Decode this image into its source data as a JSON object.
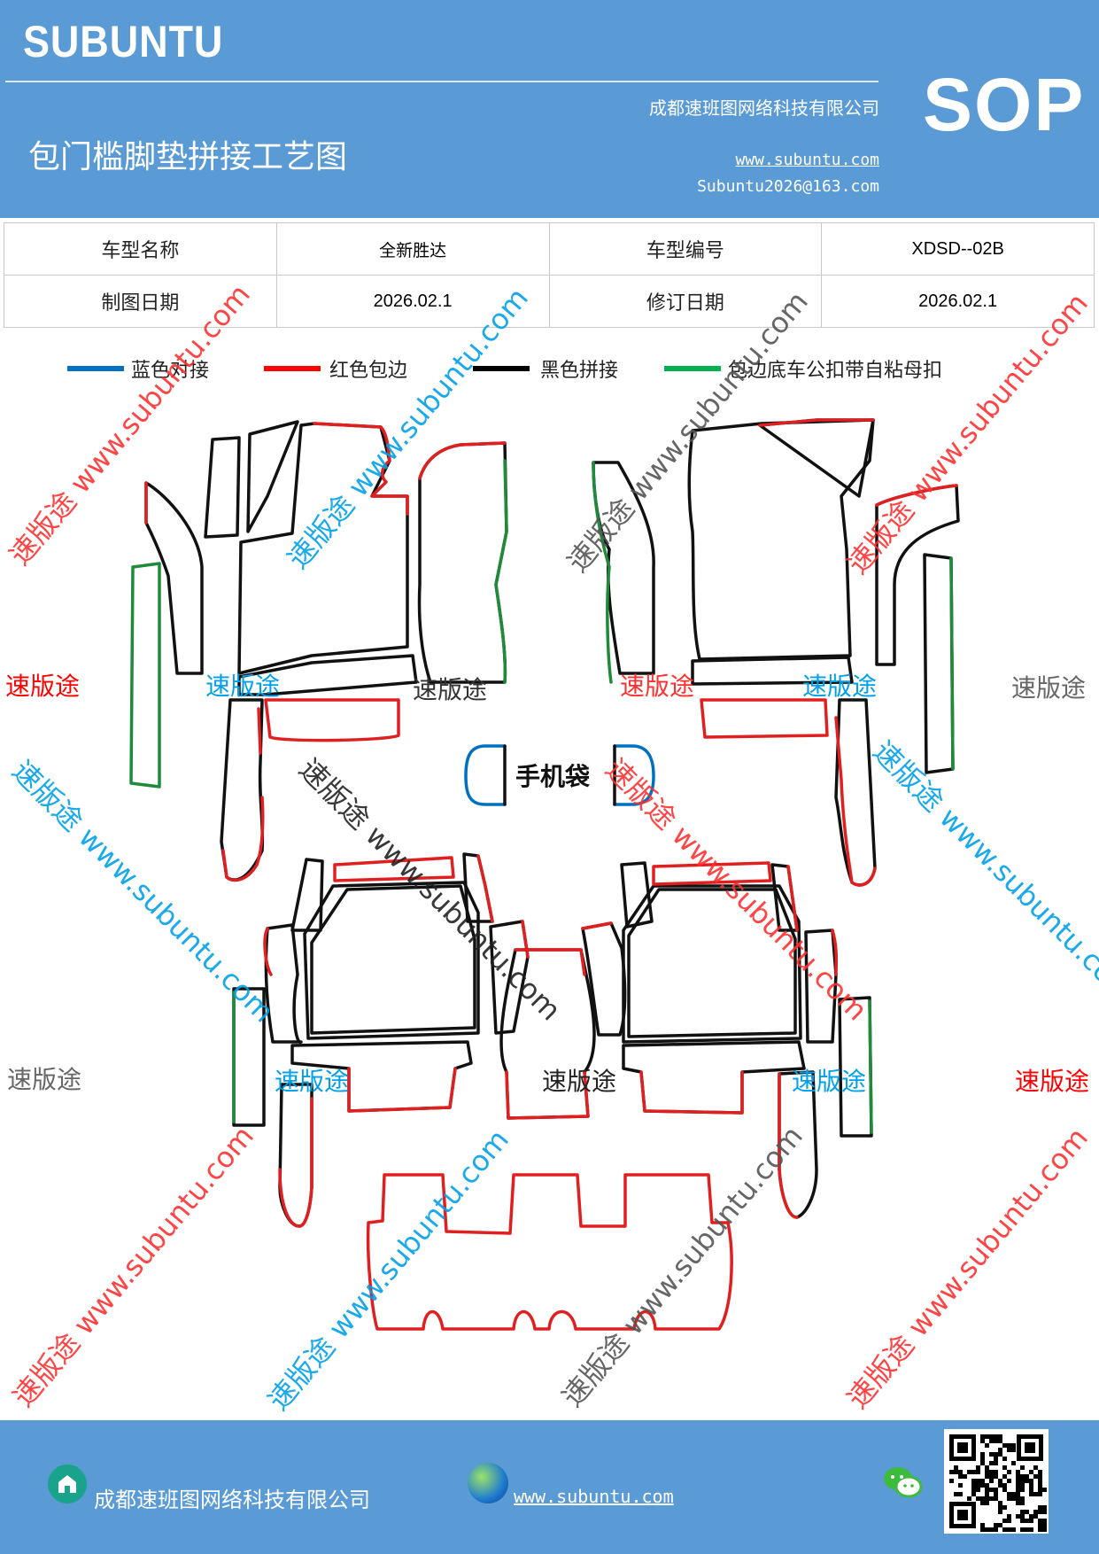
{
  "header": {
    "brand": "SUBUNTU",
    "company": "成都速班图网络科技有限公司",
    "title": "包门槛脚垫拼接工艺图",
    "website": "www.subuntu.com",
    "email": "Subuntu2026@163.com",
    "doc_type": "SOP"
  },
  "info_table": {
    "model_name_label": "车型名称",
    "model_name_value": "全新胜达",
    "model_code_label": "车型编号",
    "model_code_value": "XDSD--02B",
    "draw_date_label": "制图日期",
    "draw_date_value": "2026.02.1",
    "revise_date_label": "修订日期",
    "revise_date_value": "2026.02.1"
  },
  "legend": [
    {
      "label": "蓝色对接",
      "color": "#0070c0"
    },
    {
      "label": "红色包边",
      "color": "#ff0000"
    },
    {
      "label": "黑色拼接",
      "color": "#000000"
    },
    {
      "label": "包边底车公扣带自粘母扣",
      "color": "#00b050"
    }
  ],
  "phone_bag_label": "手机袋",
  "watermark_short": "速版途",
  "watermark_long": "速版途 www.subuntu.com",
  "colors": {
    "header_bg": "#5b9bd5",
    "blue": "#0070c0",
    "red": "#e02020",
    "black": "#111111",
    "green": "#1f8a3a",
    "wm_red": "#ff0000",
    "wm_cyan": "#00a0e9",
    "wm_gray": "#666666"
  },
  "footer": {
    "company": "成都速班图网络科技有限公司",
    "website": "www.subuntu.com",
    "icons": [
      "company-icon",
      "globe-icon",
      "wechat-icon",
      "qr-code"
    ]
  }
}
